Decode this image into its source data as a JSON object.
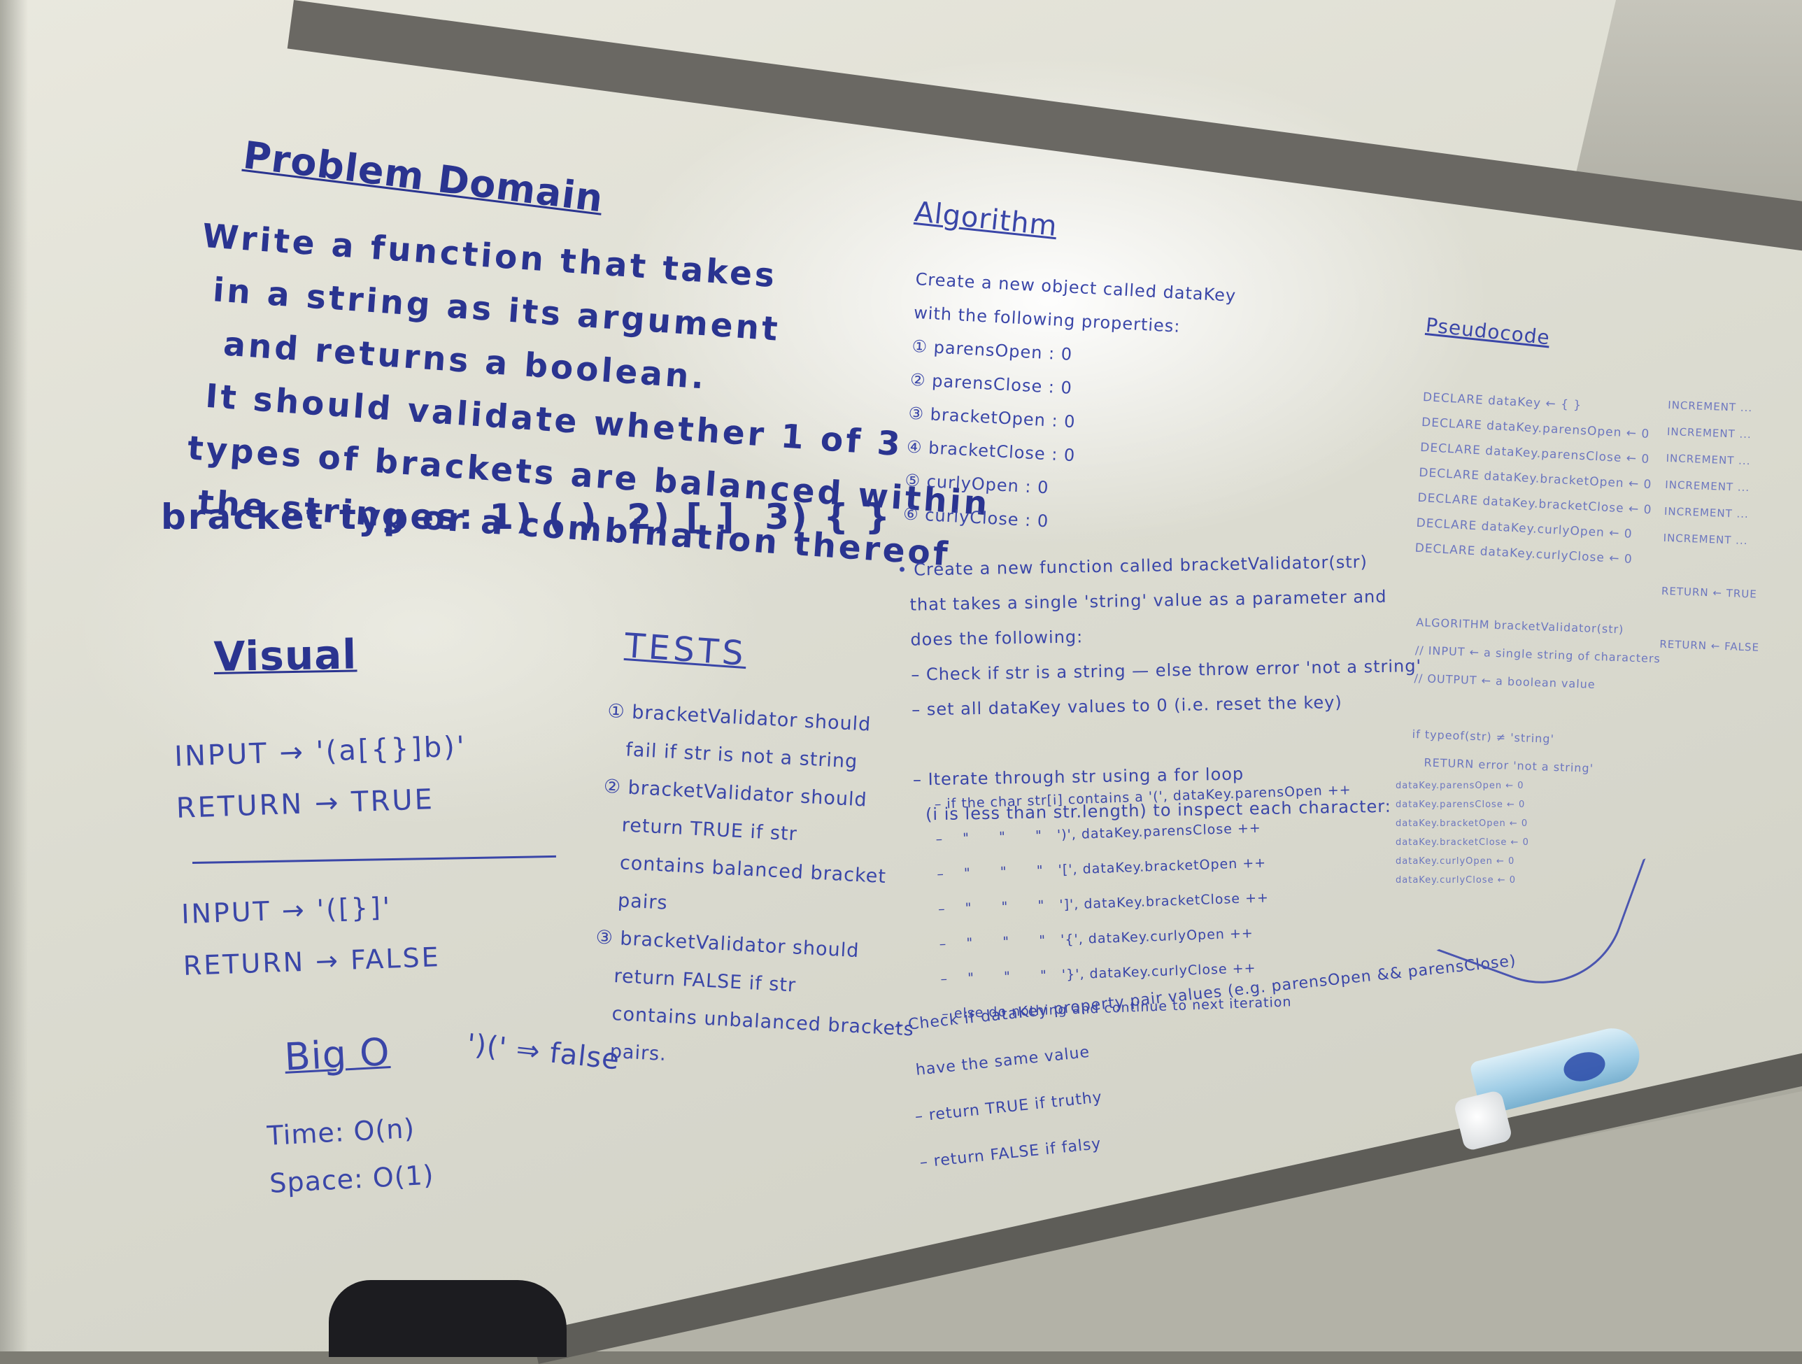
{
  "problem_domain": {
    "title": "Problem Domain",
    "text": "Write a function that takes\n in a string as its argument\n  and returns a boolean.\n It should validate whether 1 of 3\ntypes of brackets are balanced within\n the string or a combination thereof",
    "bracket_types": "bracket types: 1) ( )  2) [ ]  3) { }"
  },
  "visual": {
    "title": "Visual",
    "example1": "INPUT → '(a[{}]b)'\nRETURN → TRUE",
    "example2": "INPUT → '([}]'\nRETURN → FALSE"
  },
  "big_o": {
    "title": "Big O",
    "lines": "Time: O(n)\nSpace: O(1)",
    "extra": "')(' ⇒ false"
  },
  "tests": {
    "title": "TESTS",
    "text": "① bracketValidator should\n   fail if str is not a string\n② bracketValidator should\n   return TRUE if str\n   contains balanced bracket\n   pairs\n③ bracketValidator should\n   return FALSE if str\n   contains unbalanced brackets\n   pairs."
  },
  "algorithm": {
    "title": "Algorithm",
    "create_object": "Create a new object called dataKey\nwith the following properties:\n① parensOpen : 0\n② parensClose : 0\n③ bracketOpen : 0\n④ bracketClose : 0\n⑤ curlyOpen : 0\n⑥ curlyClose : 0",
    "create_function": "• Create a new function called bracketValidator(str)\n  that takes a single 'string' value as a parameter and\n  does the following:\n  – Check if str is a string — else throw error 'not a string'\n  – set all dataKey values to 0 (i.e. reset the key)\n\n  – Iterate through str using a for loop\n    (i is less than str.length) to inspect each character:",
    "loop_steps": "– if the char str[i] contains a '(', dataKey.parensOpen ++\n–    \"      \"      \"   ')', dataKey.parensClose ++\n–    \"      \"      \"   '[', dataKey.bracketOpen ++\n–    \"      \"      \"   ']', dataKey.bracketClose ++\n–    \"      \"      \"   '{', dataKey.curlyOpen ++\n–    \"      \"      \"   '}', dataKey.curlyClose ++\n– else do nothing and continue to next iteration",
    "check": "– Check if dataKey property pair values (e.g. parensOpen && parensClose)\n   have the same value\n  – return TRUE if truthy\n  – return FALSE if falsy"
  },
  "pseudocode": {
    "title": "Pseudocode",
    "declares": "DECLARE dataKey ← { }\nDECLARE dataKey.parensOpen ← 0\nDECLARE dataKey.parensClose ← 0\nDECLARE dataKey.bracketOpen ← 0\nDECLARE dataKey.bracketClose ← 0\nDECLARE dataKey.curlyOpen ← 0\nDECLARE dataKey.curlyClose ← 0",
    "algorithm": "ALGORITHM bracketValidator(str)\n// INPUT ← a single string of characters\n// OUTPUT ← a boolean value\n\nif typeof(str) ≠ 'string'\n   RETURN error 'not a string'",
    "resets": "dataKey.parensOpen ← 0\ndataKey.parensClose ← 0\ndataKey.bracketOpen ← 0\ndataKey.bracketClose ← 0\ndataKey.curlyOpen ← 0\ndataKey.curlyClose ← 0",
    "far_right": "INCREMENT ...\nINCREMENT ...\nINCREMENT ...\nINCREMENT ...\nINCREMENT ...\nINCREMENT ...\n\nRETURN ← TRUE\n\nRETURN ← FALSE"
  },
  "objects": {
    "spray_can": "disinfectant-spray-can",
    "eraser": "whiteboard-eraser"
  }
}
